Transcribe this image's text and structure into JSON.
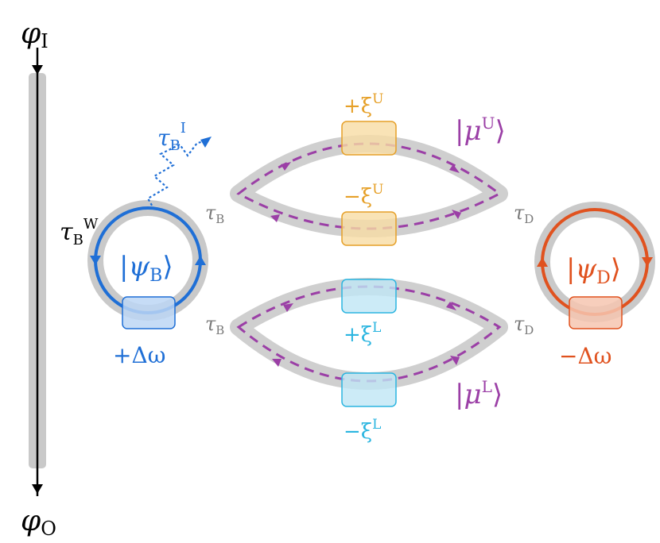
{
  "colors": {
    "blue": "#1f6fd6",
    "orange": "#e0521f",
    "purple": "#9b3fa6",
    "gold": "#e6a028",
    "gold_fill": "#f8dca4",
    "cyan": "#2bb5e0",
    "cyan_fill": "#bfe6f5",
    "gray": "#7a7a7a",
    "waveguide": "#c9c9c9"
  },
  "waveguide": {
    "input_phi": "φ",
    "input_sub": "I",
    "output_phi": "φ",
    "output_sub": "O"
  },
  "bright_ring": {
    "ket_symbol": "ψ",
    "ket_sub": "B",
    "tau_w": "τ",
    "tau_w_sub": "B",
    "tau_w_sup": "W",
    "tau_i": "τ",
    "tau_i_sub": "B",
    "tau_i_sup": "I",
    "detuning": "+Δω"
  },
  "dark_ring": {
    "ket_symbol": "ψ",
    "ket_sub": "D",
    "detuning": "−Δω"
  },
  "upper_mode": {
    "ket_symbol": "μ",
    "ket_sup": "U",
    "top_shift": "+ξ",
    "top_shift_sup": "U",
    "bottom_shift": "−ξ",
    "bottom_shift_sup": "U",
    "left_tau": "τ",
    "left_tau_sub": "B",
    "right_tau": "τ",
    "right_tau_sub": "D"
  },
  "lower_mode": {
    "ket_symbol": "μ",
    "ket_sup": "L",
    "top_shift": "+ξ",
    "top_shift_sup": "L",
    "bottom_shift": "−ξ",
    "bottom_shift_sup": "L",
    "left_tau": "τ",
    "left_tau_sub": "B",
    "right_tau": "τ",
    "right_tau_sub": "D"
  }
}
